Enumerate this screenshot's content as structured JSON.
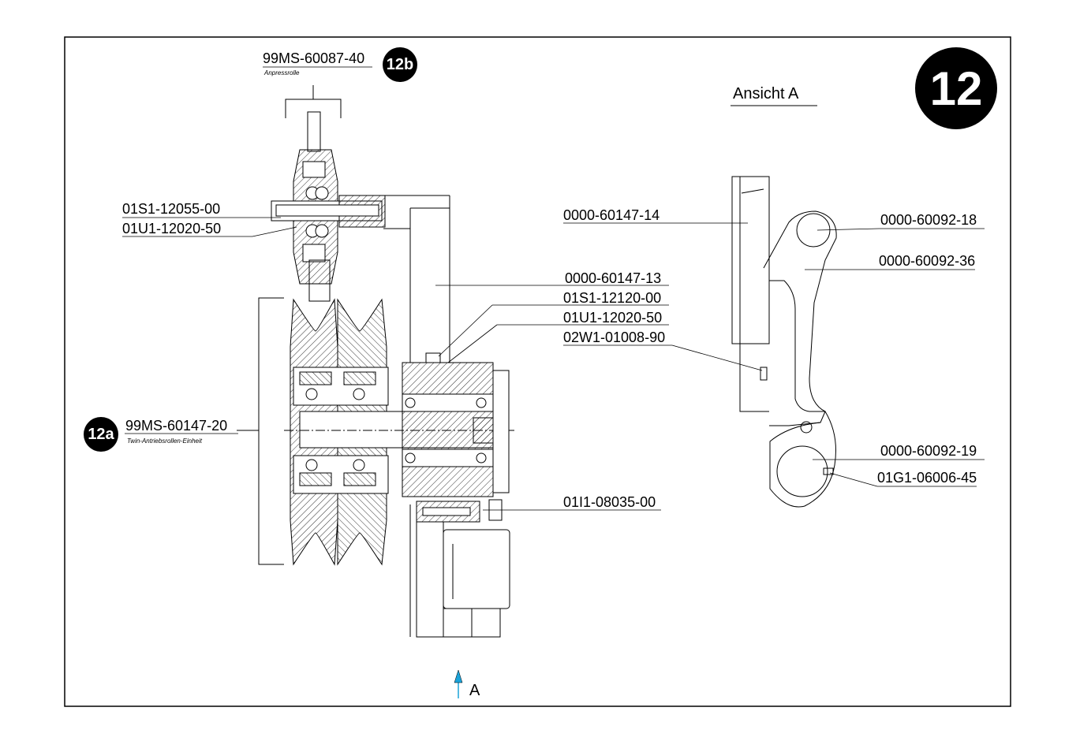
{
  "sheet": {
    "page_badge": "12",
    "view_title": "Ansicht A",
    "view_arrow_label": "A"
  },
  "assemblies": {
    "pressure_roller": {
      "part": "99MS-60087-40",
      "description": "Anpressrolle",
      "badge": "12b"
    },
    "twin_drive_roller": {
      "part": "99MS-60147-20",
      "description": "Twin-Antriebsrollen-Einheit",
      "badge": "12a"
    }
  },
  "parts_left": [
    {
      "part": "01S1-12055-00"
    },
    {
      "part": "01U1-12020-50"
    }
  ],
  "parts_center": [
    {
      "part": "0000-60147-14"
    },
    {
      "part": "0000-60147-13"
    },
    {
      "part": "01S1-12120-00"
    },
    {
      "part": "01U1-12020-50"
    },
    {
      "part": "02W1-01008-90"
    },
    {
      "part": "01I1-08035-00"
    }
  ],
  "parts_right": [
    {
      "part": "0000-60092-18"
    },
    {
      "part": "0000-60092-36"
    },
    {
      "part": "0000-60092-19"
    },
    {
      "part": "01G1-06006-45"
    }
  ],
  "colors": {
    "ink": "#000000",
    "arrow": "#1aa3d9",
    "paper": "#ffffff"
  },
  "icons": {
    "view_arrow": "arrow-up-icon"
  }
}
